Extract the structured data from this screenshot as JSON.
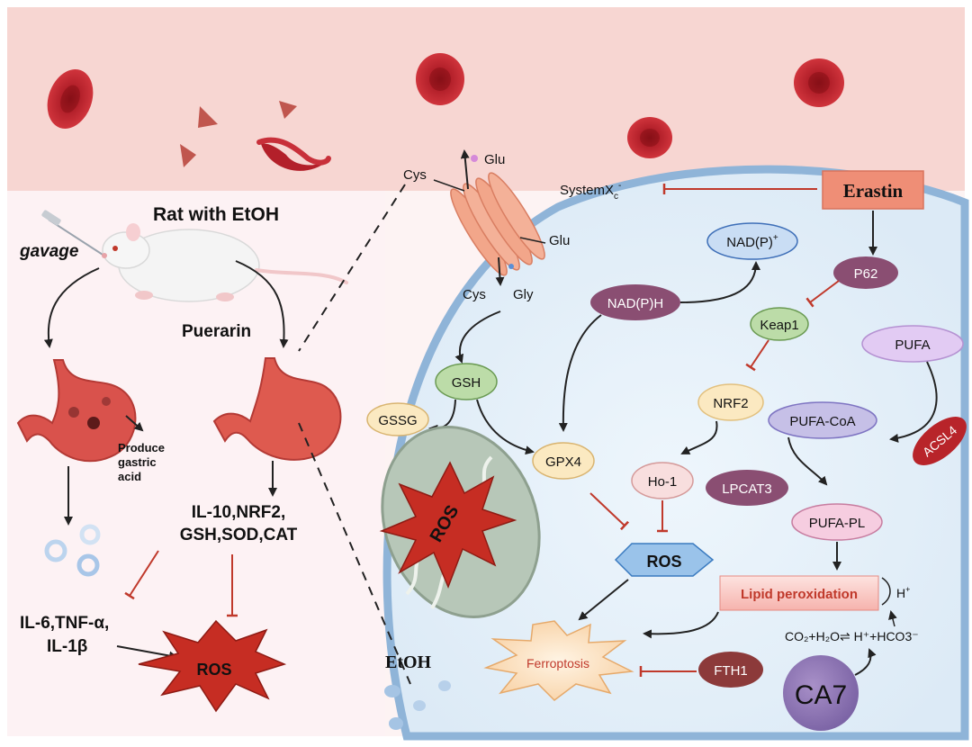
{
  "left_panel": {
    "rat_title": "Rat with EtOH",
    "gavage": "gavage",
    "puerarin": "Puerarin",
    "produce": "Produce",
    "gastric": "gastric",
    "acid": "acid",
    "protective_line1": "IL-10,NRF2,",
    "protective_line2": "GSH,SOD,CAT",
    "inflam_line1": "IL-6,TNF-α,",
    "inflam_line2": "IL-1β",
    "ros": "ROS"
  },
  "cell": {
    "cys_top": "Cys",
    "glu_top": "Glu",
    "glu_mid": "Glu",
    "cys_bottom": "Cys",
    "gly": "Gly",
    "system_xc": "SystemX",
    "system_xc_sub": "c",
    "system_xc_sup": "-",
    "erastin": "Erastin",
    "nadp_plus": "NAD(P)",
    "nadp_plus_sup": "+",
    "nadph": "NAD(P)H",
    "p62": "P62",
    "keap1": "Keap1",
    "pufa": "PUFA",
    "nrf2": "NRF2",
    "pufa_coa": "PUFA-CoA",
    "acsl4": "ACSL4",
    "gsh": "GSH",
    "gssg": "GSSG",
    "gpx4": "GPX4",
    "ho1": "Ho-1",
    "lpcat3": "LPCAT3",
    "pufa_pl": "PUFA-PL",
    "ros_mito": "ROS",
    "ros_center": "ROS",
    "lipid_perox": "Lipid peroxidation",
    "h_plus": "H",
    "h_plus_sup": "+",
    "co2_eq": "CO₂+H₂O⇌ H⁺+HCO3⁻",
    "ferroptosis": "Ferroptosis",
    "fth1": "FTH1",
    "ca7": "CA7",
    "etoh": "EtOH"
  }
}
